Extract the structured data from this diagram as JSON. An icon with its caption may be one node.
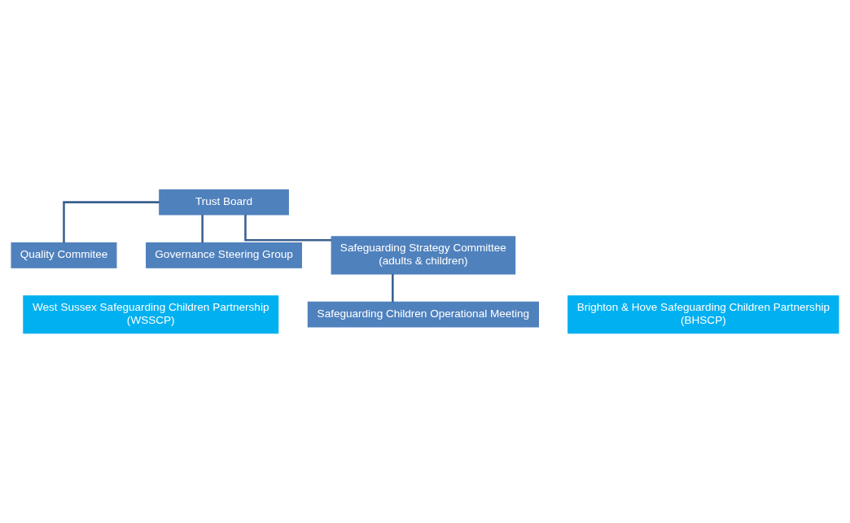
{
  "diagram": {
    "nodes": [
      {
        "text": [
          "Trust Board"
        ]
      },
      {
        "text": [
          "Quality Commitee"
        ]
      },
      {
        "text": [
          "Governance Steering Group"
        ]
      },
      {
        "text": [
          "Safeguarding Strategy Committee",
          "(adults & children)"
        ]
      },
      {
        "text": [
          "West Sussex Safeguarding Children Partnership",
          "(WSSCP)"
        ]
      },
      {
        "text": [
          "Brighton & Hove Safeguarding Children Partnership",
          "(BHSCP)"
        ]
      },
      {
        "text": [
          "Safeguarding Children Operational Meeting"
        ]
      }
    ],
    "edges": [
      {
        "from": 0,
        "to": 3,
        "arrow": "none"
      },
      {
        "from": 0,
        "to": 1,
        "arrow": "none"
      },
      {
        "from": 0,
        "to": 2,
        "arrow": "none"
      },
      {
        "from": 3,
        "to": 6,
        "arrow": "none"
      }
    ]
  }
}
